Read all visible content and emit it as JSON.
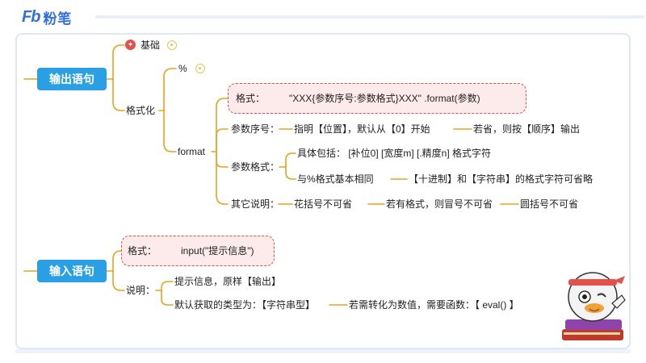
{
  "logo": {
    "mark": "Fb",
    "name": "粉笔"
  },
  "nodes": {
    "output": "输出语句",
    "basic": "基础",
    "formatting": "格式化",
    "percent": "%",
    "format": "format",
    "fmt_label": "格式：",
    "fmt_value": "\"XXX{参数序号:参数格式}XXX\" .format(参数)",
    "param_index_label": "参数序号：",
    "param_index_1": "指明【位置】，默认从【0】开始",
    "param_index_2": "若省，则按【顺序】输出",
    "param_format_label": "参数格式：",
    "param_format_1": "具体包括： [补位0] [宽度m] [.精度n] 格式字符",
    "param_format_2": "与%格式基本相同",
    "param_format_3": "【十进制】和【字符串】的格式字符可省略",
    "other_label": "其它说明：",
    "other_1": "花括号不可省",
    "other_2": "若有格式，则冒号不可省",
    "other_3": "圆括号不可省",
    "input": "输入语句",
    "in_fmt_label": "格式：",
    "in_fmt_value": "input(\"提示信息\")",
    "explain_label": "说明：",
    "explain_1": "提示信息，原样【输出】",
    "explain_2_a": "默认获取的类型为：【字符串型】",
    "explain_2_b": "若需转化为数值，需要函数：【 eval() 】"
  },
  "icons": {
    "star": "star-badge-icon",
    "bulb": "lightbulb-icon"
  },
  "colors": {
    "primary": "#2b9fe4",
    "connector": "#e7a21f",
    "highlight": "#d9534f",
    "brand": "#2f6fe0"
  }
}
